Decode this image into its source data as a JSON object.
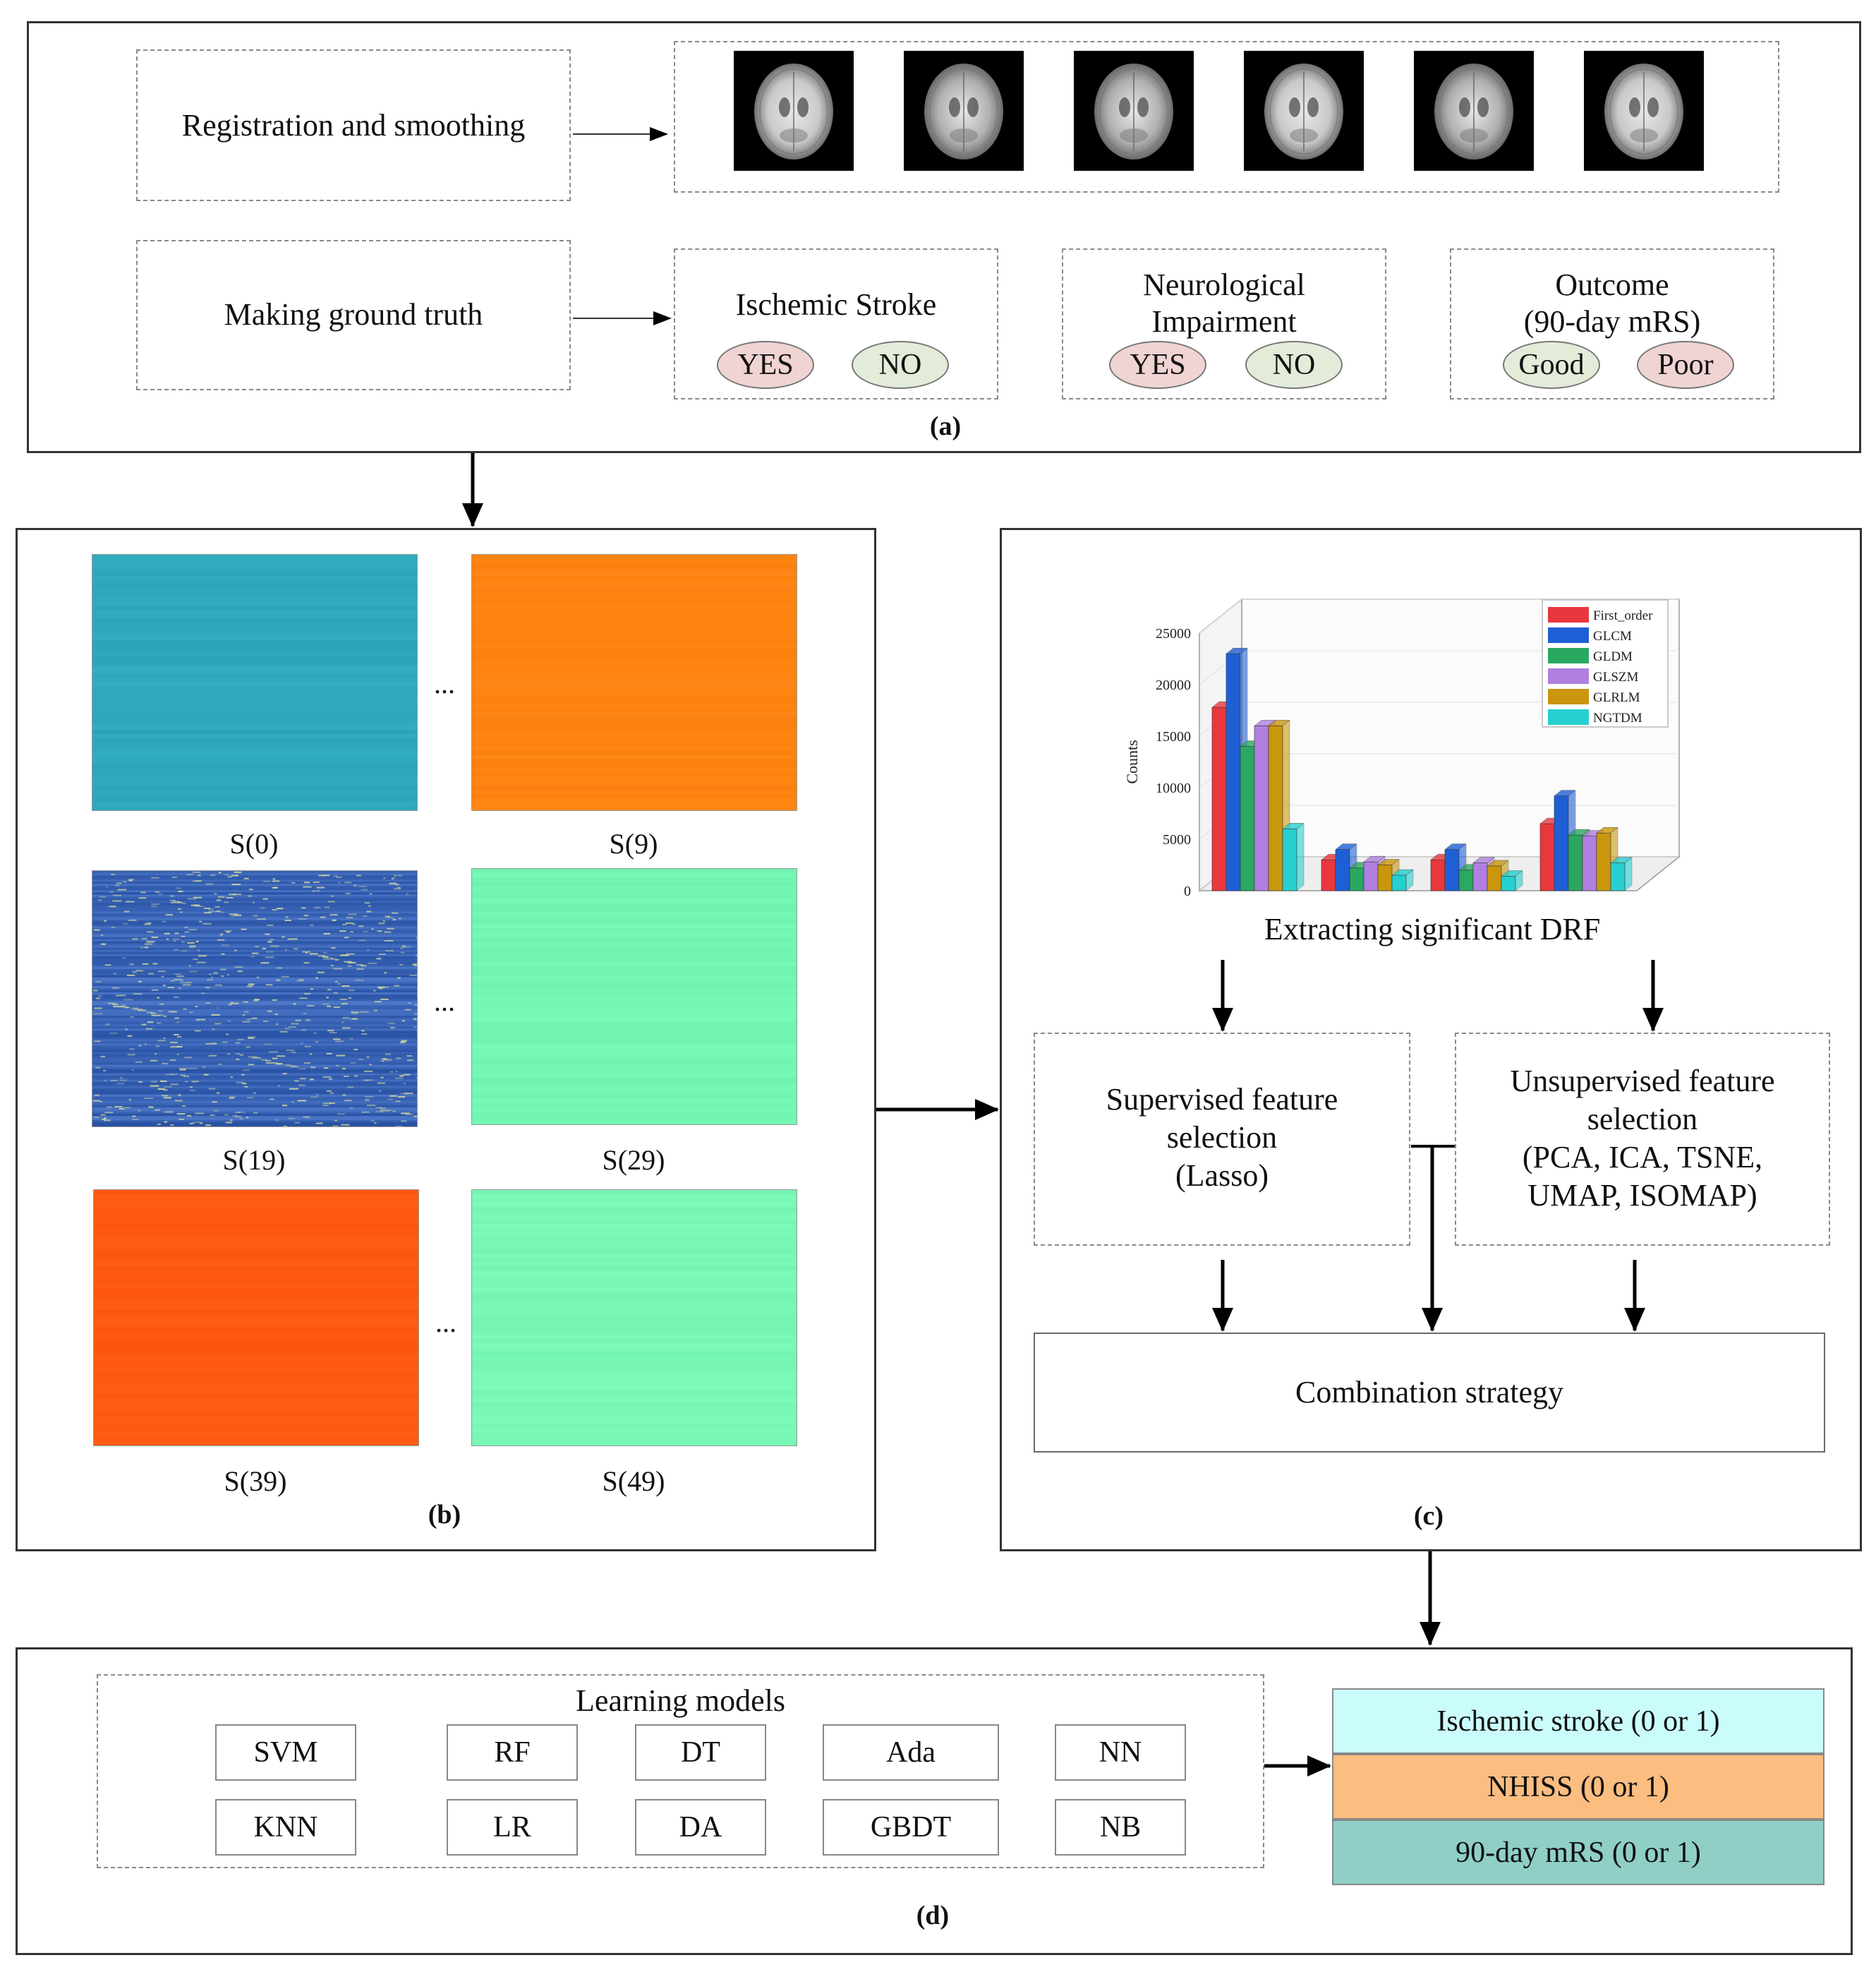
{
  "panel_a": {
    "label": "(a)",
    "registration": "Registration and smoothing",
    "ground_truth": "Making ground truth",
    "ischemic_title": "Ischemic Stroke",
    "ischemic_yes": "YES",
    "ischemic_no": "NO",
    "neuro_title_1": "Neurological",
    "neuro_title_2": "Impairment",
    "neuro_yes": "YES",
    "neuro_no": "NO",
    "outcome_title_1": "Outcome",
    "outcome_title_2": "(90-day mRS)",
    "outcome_good": "Good",
    "outcome_poor": "Poor",
    "mri_count": 6
  },
  "panel_b": {
    "label": "(b)",
    "ellipsis": "...",
    "maps": [
      {
        "name": "S(0)",
        "color": "#2fa8bd"
      },
      {
        "name": "S(9)",
        "color": "#ff8412"
      },
      {
        "name": "S(19)",
        "color": "#3a64b5"
      },
      {
        "name": "S(29)",
        "color": "#73f5b4"
      },
      {
        "name": "S(39)",
        "color": "#ff5a10"
      },
      {
        "name": "S(49)",
        "color": "#79f7b6"
      }
    ]
  },
  "panel_c": {
    "label": "(c)",
    "extract": "Extracting significant DRF",
    "supervised_1": "Supervised feature",
    "supervised_2": "selection",
    "supervised_3": "(Lasso)",
    "unsupervised_1": "Unsupervised feature",
    "unsupervised_2": "selection",
    "unsupervised_3": "(PCA, ICA, TSNE,",
    "unsupervised_4": "UMAP, ISOMAP)",
    "combination": "Combination strategy"
  },
  "chart_data": {
    "type": "bar",
    "ylabel": "Counts",
    "ylim": [
      0,
      25000
    ],
    "yticks": [
      "0",
      "5000",
      "10000",
      "15000",
      "20000",
      "25000"
    ],
    "categories": [
      "",
      "",
      "",
      ""
    ],
    "series": [
      {
        "name": "First_order",
        "color": "#e8383d",
        "values": [
          17800,
          3000,
          3000,
          6500
        ]
      },
      {
        "name": "GLCM",
        "color": "#1f5fd6",
        "values": [
          23000,
          4000,
          4000,
          9200
        ]
      },
      {
        "name": "GLDM",
        "color": "#2aa860",
        "values": [
          14000,
          2200,
          2000,
          5400
        ]
      },
      {
        "name": "GLSZM",
        "color": "#b07fe0",
        "values": [
          16000,
          2800,
          2700,
          5300
        ]
      },
      {
        "name": "GLRLM",
        "color": "#c9960e",
        "values": [
          16000,
          2500,
          2400,
          5600
        ]
      },
      {
        "name": "NGTDM",
        "color": "#26d0d0",
        "values": [
          6000,
          1500,
          1400,
          2700
        ]
      }
    ]
  },
  "panel_d": {
    "label": "(d)",
    "learning_title": "Learning models",
    "models_row1": [
      "SVM",
      "RF",
      "DT",
      "Ada",
      "NN"
    ],
    "models_row2": [
      "KNN",
      "LR",
      "DA",
      "GBDT",
      "NB"
    ],
    "outputs": [
      {
        "text": "Ischemic stroke (0 or 1)",
        "color": "#cbfcfc"
      },
      {
        "text": "NHISS  (0 or 1)",
        "color": "#fbbd80"
      },
      {
        "text": "90-day mRS (0 or 1)",
        "color": "#8fcfc6"
      }
    ]
  }
}
